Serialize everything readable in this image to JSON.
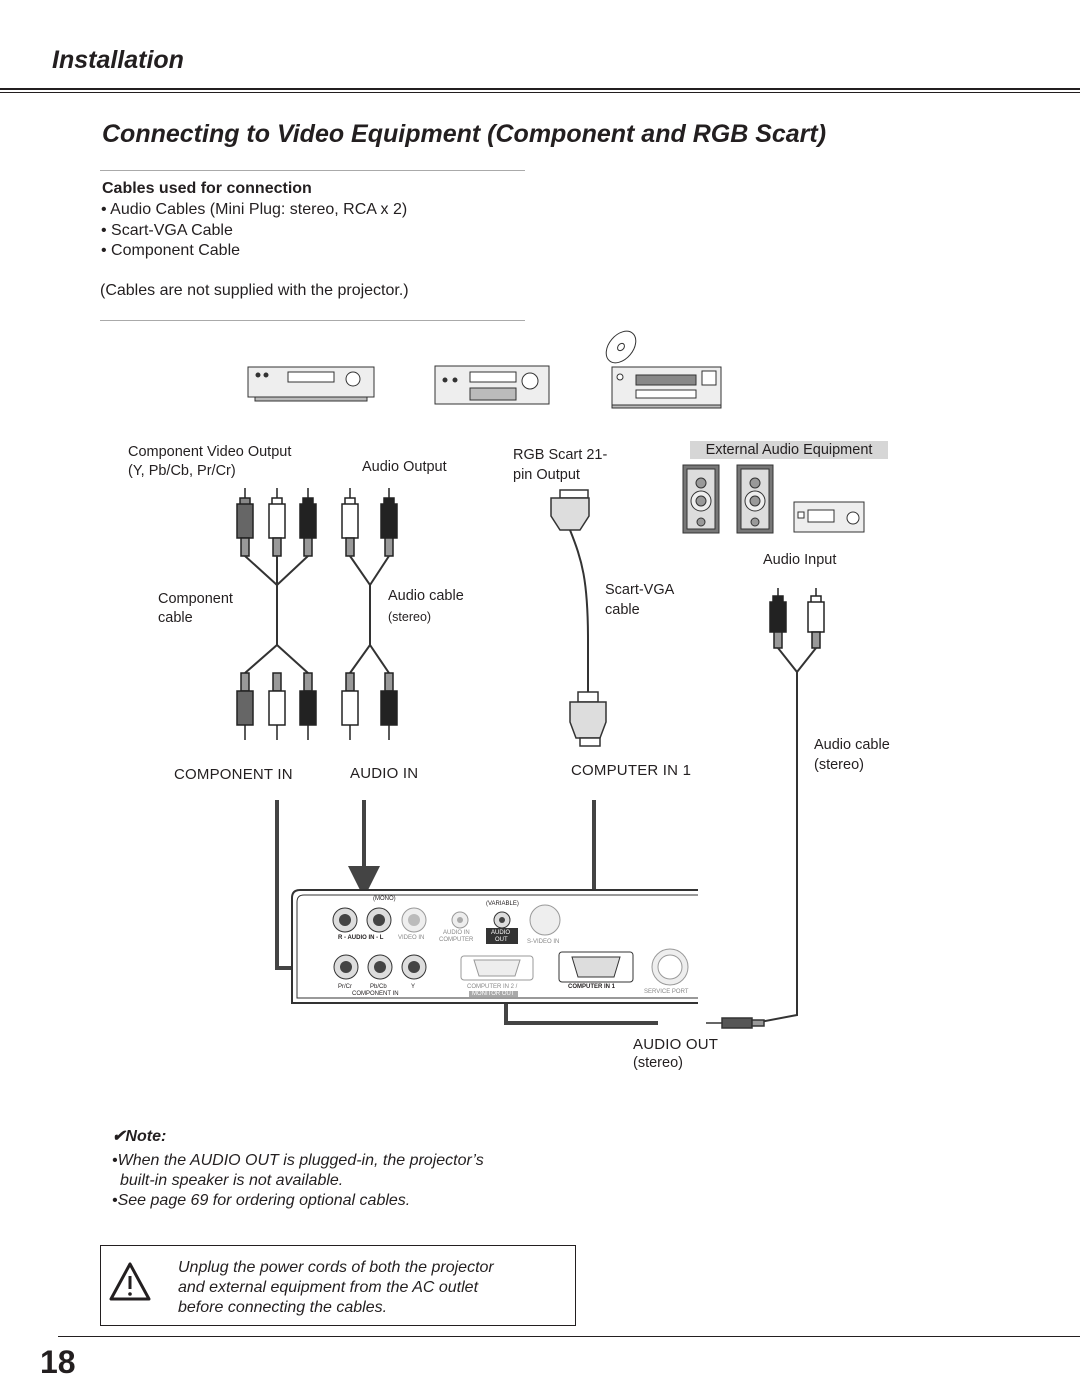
{
  "header": {
    "section": "Installation"
  },
  "page_heading": "Connecting to Video Equipment (Component and RGB Scart)",
  "cables": {
    "title": "Cables used for connection",
    "items": [
      "• Audio Cables (Mini Plug: stereo, RCA x 2)",
      "• Scart-VGA Cable",
      "• Component Cable"
    ],
    "supplied_note": "(Cables are not supplied with the projector.)"
  },
  "diagram": {
    "component_output_line1": "Component Video Output",
    "component_output_line2": "(Y, Pb/Cb, Pr/Cr)",
    "audio_output": "Audio Output",
    "rgb_scart_line1": "RGB Scart 21-",
    "rgb_scart_line2": "pin Output",
    "external_audio": "External Audio Equipment",
    "audio_input": "Audio Input",
    "component_cable_line1": "Component",
    "component_cable_line2": "cable",
    "audio_cable_stereo_left": "Audio cable",
    "stereo_left": "(stereo)",
    "scart_vga_line1": "Scart-VGA",
    "scart_vga_line2": "cable",
    "audio_cable_right": "Audio cable",
    "stereo_right": "(stereo)",
    "component_in": "COMPONENT IN",
    "audio_in": "AUDIO IN",
    "computer_in_1": "COMPUTER IN 1",
    "audio_out": "AUDIO OUT",
    "audio_out_stereo": "(stereo)",
    "panel": {
      "mono": "(MONO)",
      "variable": "(VARIABLE)",
      "r_audio_in_l": "R - AUDIO IN - L",
      "video_in": "VIDEO IN",
      "audio_in_computer_1": "AUDIO IN",
      "audio_in_computer_2": "COMPUTER",
      "audio_out_1": "AUDIO",
      "audio_out_2": "OUT",
      "s_video_in": "S-VIDEO IN",
      "pr_cr": "Pr/Cr",
      "pb_cb": "Pb/Cb",
      "y": "Y",
      "component_in": "COMPONENT IN",
      "computer_in_2": "COMPUTER IN 2 /",
      "monitor_out": "MONITOR OUT",
      "computer_in_1": "COMPUTER IN 1",
      "service_port": "SERVICE PORT"
    }
  },
  "note": {
    "title": "✔Note:",
    "line1": "•When the AUDIO OUT is plugged-in, the projector’s",
    "line2": "built-in speaker is not available.",
    "line3": "•See page 69 for ordering optional cables."
  },
  "warning": {
    "line1": "Unplug the power cords of both the projector",
    "line2": "and external equipment from the AC outlet",
    "line3": "before connecting the cables."
  },
  "page_number": "18"
}
